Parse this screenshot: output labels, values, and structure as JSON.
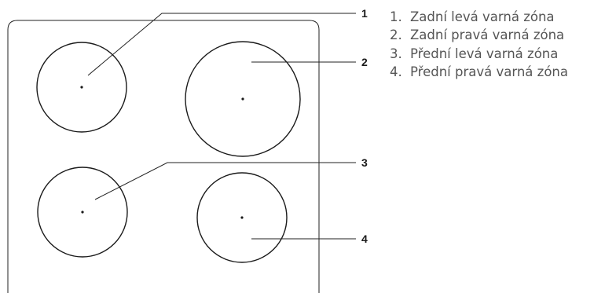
{
  "callouts": [
    {
      "number": "1"
    },
    {
      "number": "2"
    },
    {
      "number": "3"
    },
    {
      "number": "4"
    }
  ],
  "legend": {
    "items": [
      {
        "number": "1.",
        "label": "Zadní levá varná zóna"
      },
      {
        "number": "2.",
        "label": "Zadní pravá varná zóna"
      },
      {
        "number": "3.",
        "label": "Přední levá varná zóna"
      },
      {
        "number": "4.",
        "label": "Přední pravá varná zóna"
      }
    ]
  }
}
